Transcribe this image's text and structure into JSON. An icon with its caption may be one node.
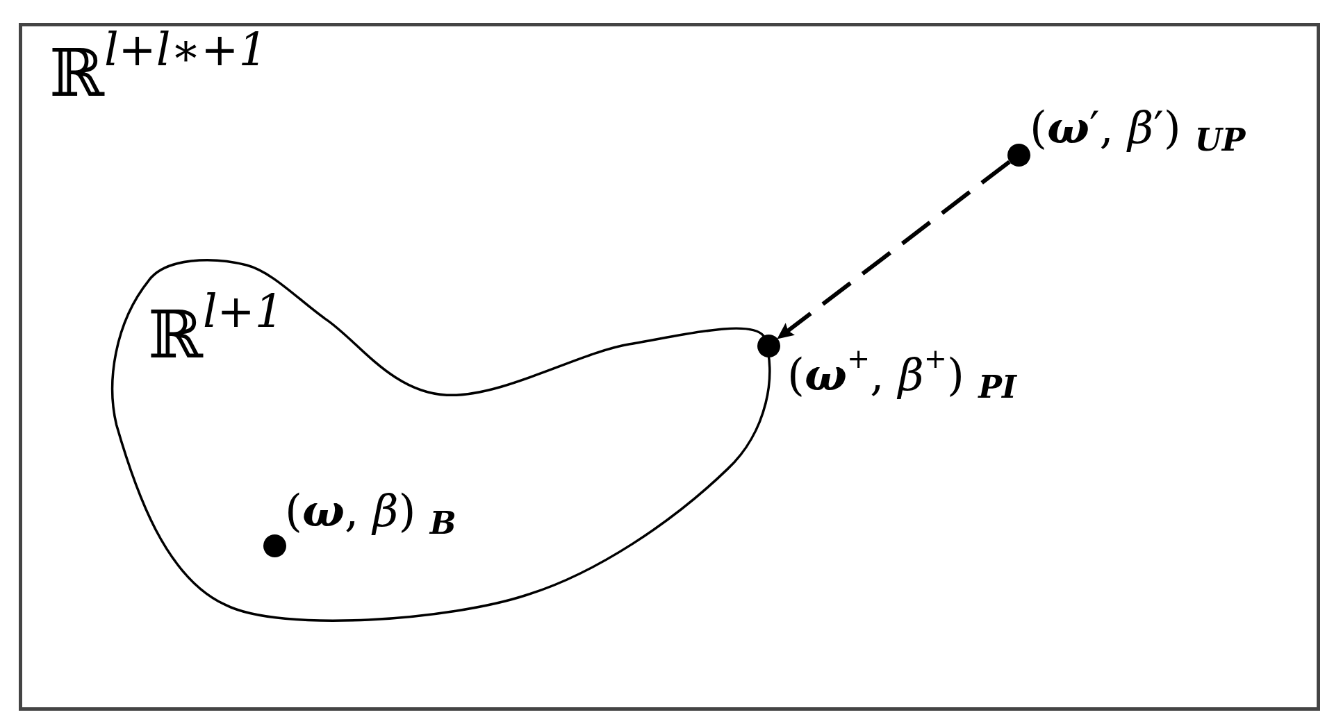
{
  "diagram": {
    "nodes": [
      {
        "text": [
          "ℝ$^{l+l∗+1}$"
        ]
      },
      {
        "text": [
          "ℝ$^{l+1}$"
        ],
        "in": 0
      },
      {
        "text": [],
        "shape": "circle",
        "in": 1,
        "beside": [
          "(**ω**, *β*)$_{B}$"
        ]
      },
      {
        "text": [],
        "shape": "circle",
        "in": 0,
        "beside": [
          "(**ω**$^{+}$, *β*$^{+}$)$_{PI}$"
        ]
      },
      {
        "text": [],
        "shape": "circle",
        "in": 0,
        "beside": [
          "(**ω**′, *β*′)$_{UP}$"
        ]
      }
    ],
    "edges": [
      {
        "from": 4,
        "to": 3,
        "arrow": "to",
        "style": "dashed"
      }
    ]
  }
}
